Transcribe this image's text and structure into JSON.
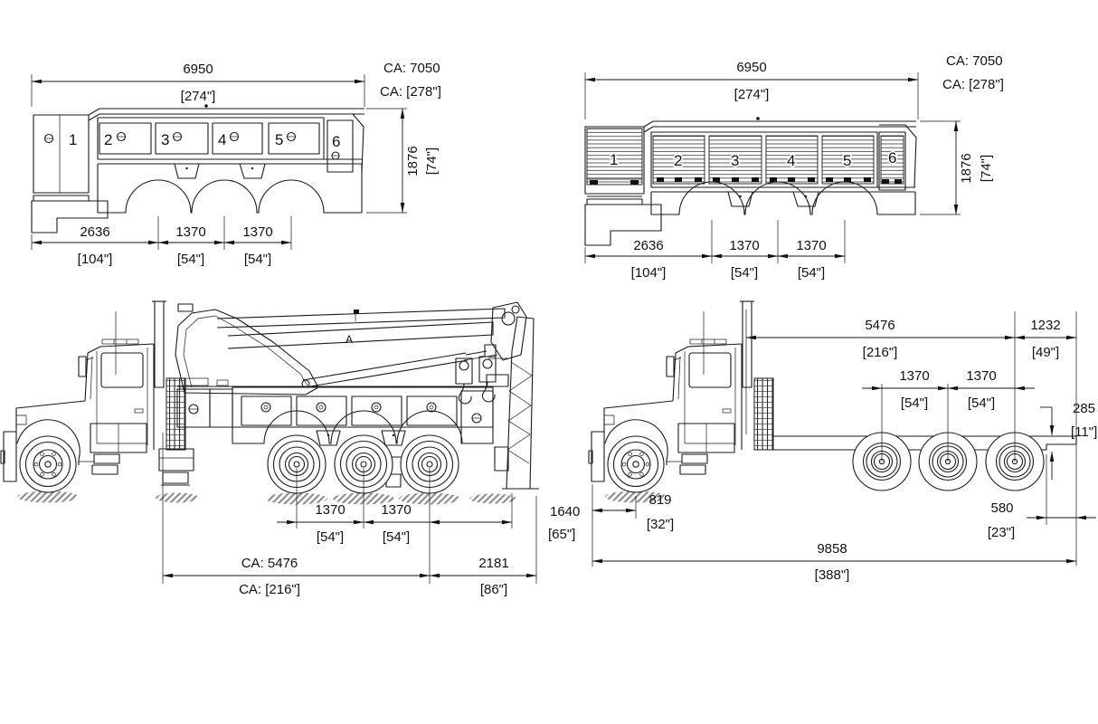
{
  "body_curbside": {
    "len_mm": "6950",
    "len_in": "[274\"]",
    "ca_line1": "CA: 7050",
    "ca_line2": "CA: [278\"]",
    "height_mm": "1876",
    "height_in": "[74\"]",
    "d1_mm": "2636",
    "d1_in": "[104\"]",
    "d2_mm": "1370",
    "d2_in": "[54\"]",
    "d3_mm": "1370",
    "d3_in": "[54\"]",
    "c1": "1",
    "c2": "2",
    "c3": "3",
    "c4": "4",
    "c5": "5",
    "c6": "6"
  },
  "body_streetside": {
    "len_mm": "6950",
    "len_in": "[274\"]",
    "ca_line1": "CA: 7050",
    "ca_line2": "CA: [278\"]",
    "height_mm": "1876",
    "height_in": "[74\"]",
    "d1_mm": "2636",
    "d1_in": "[104\"]",
    "d2_mm": "1370",
    "d2_in": "[54\"]",
    "d3_mm": "1370",
    "d3_in": "[54\"]",
    "c1": "1",
    "c2": "2",
    "c3": "3",
    "c4": "4",
    "c5": "5",
    "c6": "6"
  },
  "wrecker_side": {
    "d1_mm": "1370",
    "d1_in": "[54\"]",
    "d2_mm": "1370",
    "d2_in": "[54\"]",
    "d3_mm": "1640",
    "d3_in": "[65\"]",
    "ca_mm": "CA: 5476",
    "ca_in": "CA: [216\"]",
    "d4_mm": "2181",
    "d4_in": "[86\"]",
    "boom_mark": "A"
  },
  "chassis_side": {
    "ca_mm": "5476",
    "ca_in": "[216\"]",
    "d1_mm": "1232",
    "d1_in": "[49\"]",
    "d2_mm": "1370",
    "d2_in": "[54\"]",
    "d3_mm": "1370",
    "d3_in": "[54\"]",
    "frame_mm": "285",
    "frame_in": "[11\"]",
    "d4_mm": "819",
    "d4_in": "[32\"]",
    "d5_mm": "580",
    "d5_in": "[23\"]",
    "oal_mm": "9858",
    "oal_in": "[388\"]"
  }
}
